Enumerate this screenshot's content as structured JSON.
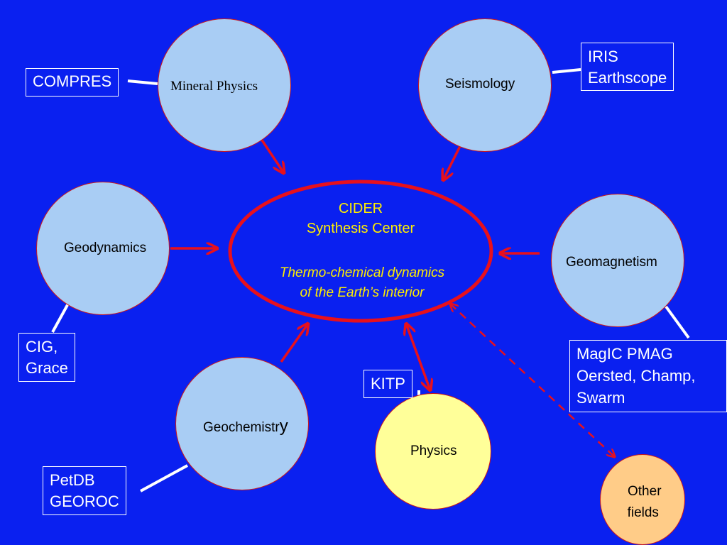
{
  "colors": {
    "background": "#0a20f0",
    "circle_fill": "#a9cdf4",
    "physics_fill": "#ffff99",
    "other_fill": "#ffcc88",
    "arrow": "#e8101c",
    "connector": "#ffffff",
    "center_text": "#ffee00"
  },
  "center": {
    "title": "CIDER",
    "subtitle": "Synthesis Center",
    "desc_line1": "Thermo-chemical dynamics",
    "desc_line2": "of the Earth’s interior"
  },
  "circles": {
    "mineral_physics": "Mineral Physics",
    "seismology": "Seismology",
    "geodynamics": "Geodynamics",
    "geomagnetism": "Geomagnetism",
    "geochemistry": "Geochemistr",
    "geochemistry_tail": "y",
    "physics": "Physics",
    "other_line1": "Other",
    "other_line2": "fields"
  },
  "boxes": {
    "compres": "COMPRES",
    "iris": [
      "IRIS",
      "Earthscope"
    ],
    "cig": [
      "CIG,",
      "Grace"
    ],
    "magic": [
      "MagIC PMAG",
      "Oersted, Champ,",
      "Swarm"
    ],
    "kitp": "KITP",
    "petdb": [
      "PetDB",
      "GEOROC"
    ]
  }
}
